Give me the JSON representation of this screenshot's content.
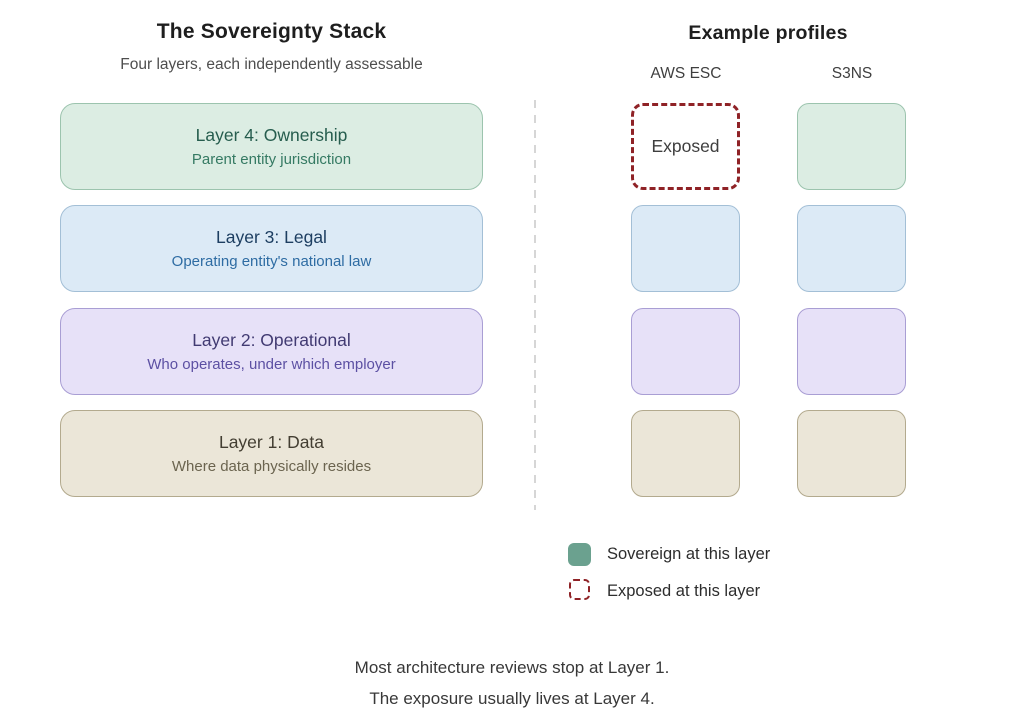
{
  "stack": {
    "title": "The Sovereignty Stack",
    "subtitle": "Four layers, each independently assessable",
    "layers": [
      {
        "title": "Layer 4: Ownership",
        "subtitle": "Parent entity jurisdiction",
        "bg": "#dcede3",
        "border": "#9cc4ae",
        "title_color": "#265d4e",
        "subtitle_color": "#357a63"
      },
      {
        "title": "Layer 3: Legal",
        "subtitle": "Operating entity's national law",
        "bg": "#dceaf6",
        "border": "#a3bfd6",
        "title_color": "#1d3e61",
        "subtitle_color": "#2e6ca3"
      },
      {
        "title": "Layer 2: Operational",
        "subtitle": "Who operates, under which employer",
        "bg": "#e7e1f8",
        "border": "#a99ed4",
        "title_color": "#413a72",
        "subtitle_color": "#5c50a3"
      },
      {
        "title": "Layer 1: Data",
        "subtitle": "Where data physically resides",
        "bg": "#ebe6d8",
        "border": "#b3aa8e",
        "title_color": "#433e32",
        "subtitle_color": "#6b644f"
      }
    ]
  },
  "profiles": {
    "title": "Example profiles",
    "columns": [
      {
        "name": "AWS ESC",
        "cells": [
          {
            "layer": "Layer 4",
            "status": "exposed",
            "label": "Exposed"
          },
          {
            "layer": "Layer 3",
            "status": "sovereign",
            "label": ""
          },
          {
            "layer": "Layer 2",
            "status": "sovereign",
            "label": ""
          },
          {
            "layer": "Layer 1",
            "status": "sovereign",
            "label": ""
          }
        ]
      },
      {
        "name": "S3NS",
        "cells": [
          {
            "layer": "Layer 4",
            "status": "sovereign",
            "label": ""
          },
          {
            "layer": "Layer 3",
            "status": "sovereign",
            "label": ""
          },
          {
            "layer": "Layer 2",
            "status": "sovereign",
            "label": ""
          },
          {
            "layer": "Layer 1",
            "status": "sovereign",
            "label": ""
          }
        ]
      }
    ]
  },
  "legend": {
    "sovereign_label": "Sovereign at this layer",
    "exposed_label": "Exposed at this layer",
    "sovereign_color": "#6ba18f",
    "exposed_border_color": "#8f2226"
  },
  "footer": {
    "line1": "Most architecture reviews stop at Layer 1.",
    "line2": "The exposure usually lives at Layer 4."
  }
}
